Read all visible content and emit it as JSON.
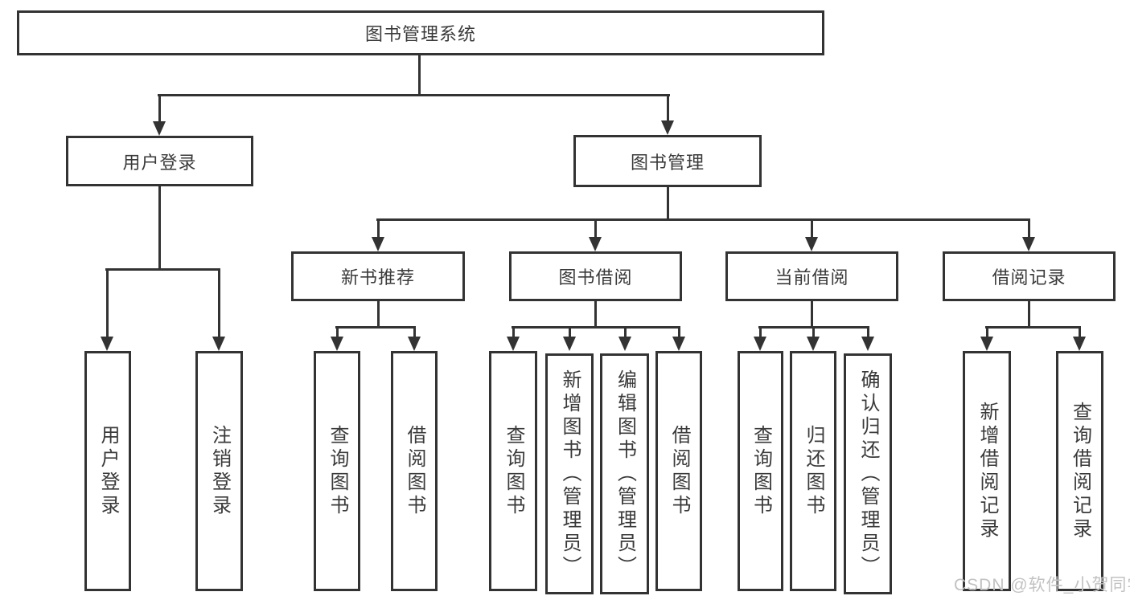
{
  "diagram": {
    "title": "图书管理系统",
    "watermark": "CSDN @软件_小贺同学",
    "colors": {
      "line": "#333333",
      "text": "#3a3a3a",
      "background": "#ffffff",
      "watermark": "#c2c2c2"
    },
    "nodes": {
      "root": {
        "label": "图书管理系统"
      },
      "user_login": {
        "label": "用户登录"
      },
      "book_mgmt": {
        "label": "图书管理"
      },
      "new_book_rec": {
        "label": "新书推荐"
      },
      "book_borrow": {
        "label": "图书借阅"
      },
      "current_borrow": {
        "label": "当前借阅"
      },
      "borrow_records": {
        "label": "借阅记录"
      },
      "ul_user_login": {
        "label": "用户登录"
      },
      "ul_logout": {
        "label": "注销登录"
      },
      "nr_query_book": {
        "label": "查询图书"
      },
      "nr_borrow_book": {
        "label": "借阅图书"
      },
      "bb_query_book": {
        "label": "查询图书"
      },
      "bb_add_book": {
        "label": "新增图书（管理员）"
      },
      "bb_edit_book": {
        "label": "编辑图书（管理员）"
      },
      "bb_borrow_book": {
        "label": "借阅图书"
      },
      "cb_query_book": {
        "label": "查询图书"
      },
      "cb_return_book": {
        "label": "归还图书"
      },
      "cb_confirm_return": {
        "label": "确认归还（管理员）"
      },
      "br_new_record": {
        "label": "新增借阅记录"
      },
      "br_query_record": {
        "label": "查询借阅记录"
      }
    }
  }
}
